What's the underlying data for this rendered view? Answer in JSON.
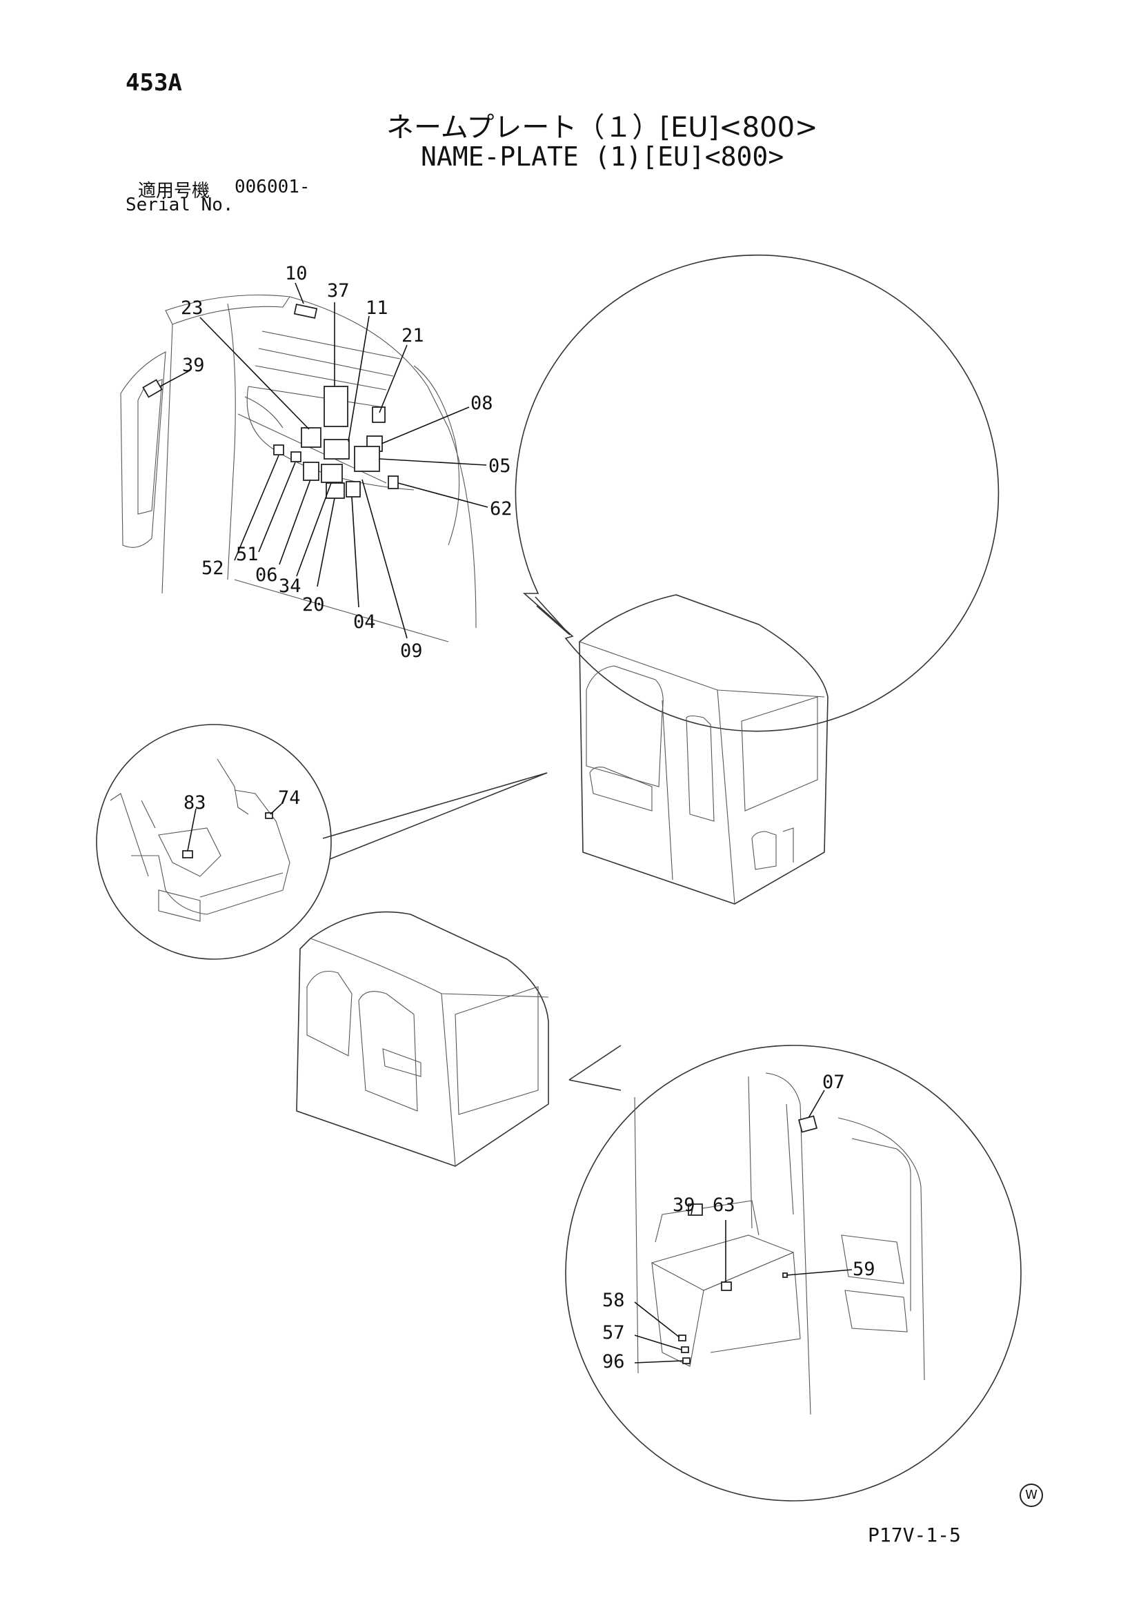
{
  "header": {
    "page_code": "453A",
    "title_jp": "ネームプレート（１）[EU]<800>",
    "title_en": "NAME-PLATE (1)[EU]<800>",
    "serial_label_jp": "適用号機",
    "serial_value": "006001-",
    "serial_label_en": "Serial No."
  },
  "callouts": {
    "top_circle": [
      "10",
      "37",
      "11",
      "23",
      "21",
      "39",
      "08",
      "05",
      "62",
      "52",
      "51",
      "06",
      "34",
      "20",
      "04",
      "09"
    ],
    "seat_circle": [
      "83",
      "74"
    ],
    "bottom_circle": [
      "07",
      "39",
      "63",
      "59",
      "58",
      "57",
      "96"
    ]
  },
  "footer": {
    "code": "P17V-1-5",
    "mark": "W"
  }
}
